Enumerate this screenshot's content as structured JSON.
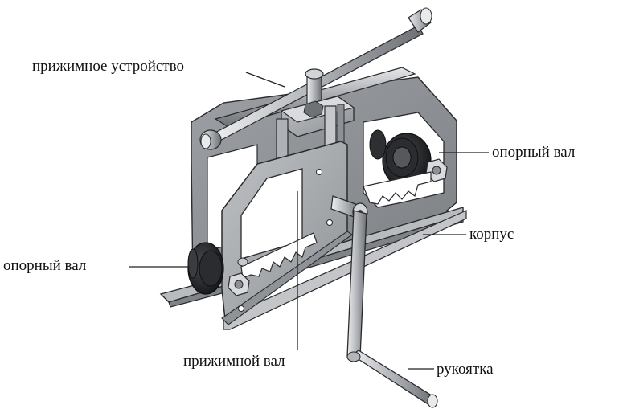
{
  "labels": {
    "clamp_device": "прижимное устройство",
    "support_roller_right": "опорный вал",
    "body": "корпус",
    "support_roller_left": "опорный вал",
    "press_roller": "прижимной вал",
    "handle": "рукоятка"
  },
  "colors": {
    "plate_front": "#a9acb0",
    "plate_back": "#8d9094",
    "plate_edge": "#6f7276",
    "steel_light": "#d5d7da",
    "steel_dark": "#3a3c3f",
    "rubber": "#1c1d1f",
    "outline": "#2a2b2d",
    "leader": "#222222"
  }
}
